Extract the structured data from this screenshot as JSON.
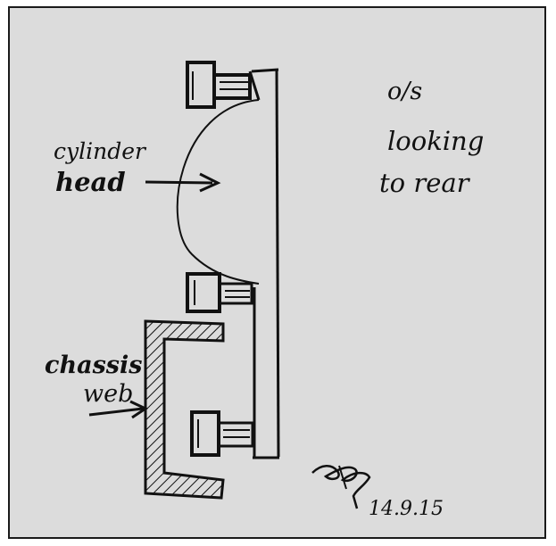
{
  "card": {
    "paper_color": "#dcdcdc",
    "ink_color": "#111111"
  },
  "labels": {
    "cylinder": "cylinder",
    "head": "head",
    "view_line1": "o/s",
    "view_line2": "looking",
    "view_line3": "to rear",
    "chassis": "chassis",
    "web": "web",
    "date": "14.9.15"
  },
  "signature": {
    "description_icon": "signature-scribble"
  }
}
